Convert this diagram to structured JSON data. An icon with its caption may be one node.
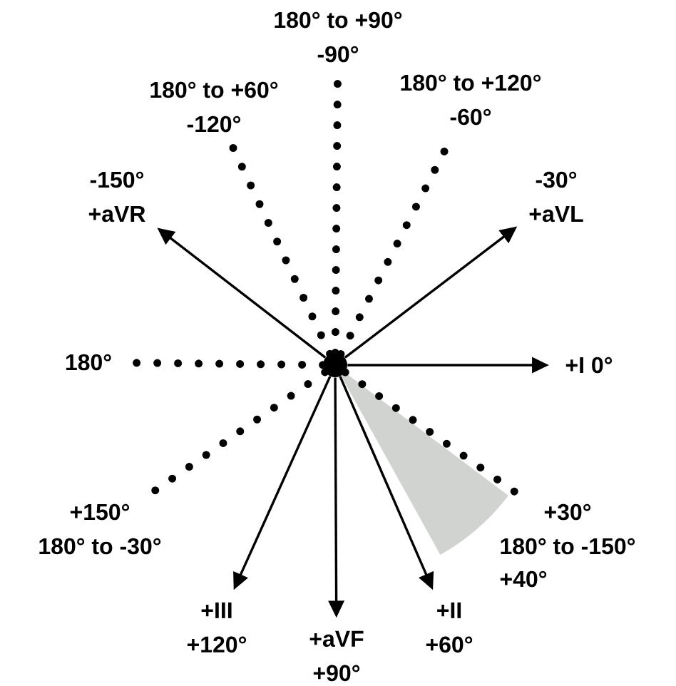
{
  "diagram": {
    "nodes": [
      {
        "text": [
          "180° to +90°",
          "-90°"
        ]
      },
      {
        "text": [
          "180° to +60°",
          "-120°"
        ]
      },
      {
        "text": [
          "180° to +120°",
          "-60°"
        ]
      },
      {
        "text": [
          "-150°",
          "+aVR"
        ]
      },
      {
        "text": [
          "-30°",
          "+aVL"
        ]
      },
      {
        "text": [
          "180°"
        ]
      },
      {
        "text": [],
        "shape": "circle"
      },
      {
        "text": [
          "+I 0°"
        ]
      },
      {
        "text": [
          "+150°",
          "180° to -30°"
        ]
      },
      {
        "text": [
          "+30°",
          "180° to -150°"
        ]
      },
      {
        "text": [
          "+III",
          "+120°"
        ]
      },
      {
        "text": [
          "+II",
          "+60°"
        ]
      },
      {
        "text": [
          "+aVF",
          "+90°"
        ]
      }
    ],
    "edges": [
      {
        "from": 6,
        "to": 0,
        "arrow": "none",
        "style": "dashed"
      },
      {
        "from": 6,
        "to": 1,
        "arrow": "none",
        "style": "dashed"
      },
      {
        "from": 6,
        "to": 2,
        "arrow": "none",
        "style": "dashed"
      },
      {
        "from": 6,
        "to": 3,
        "arrow": "to"
      },
      {
        "from": 6,
        "to": 4,
        "arrow": "to"
      },
      {
        "from": 6,
        "to": 5,
        "arrow": "none",
        "style": "dashed"
      },
      {
        "from": 6,
        "to": 7,
        "arrow": "to"
      },
      {
        "from": 6,
        "to": 8,
        "arrow": "none",
        "style": "dashed"
      },
      {
        "from": 6,
        "to": 9,
        "arrow": "none",
        "style": "dashed"
      },
      {
        "from": 6,
        "to": 10,
        "arrow": "to"
      },
      {
        "from": 6,
        "to": 11,
        "arrow": "to"
      },
      {
        "from": 6,
        "to": 12,
        "arrow": "to"
      }
    ],
    "labels": [
      "+40°"
    ]
  }
}
